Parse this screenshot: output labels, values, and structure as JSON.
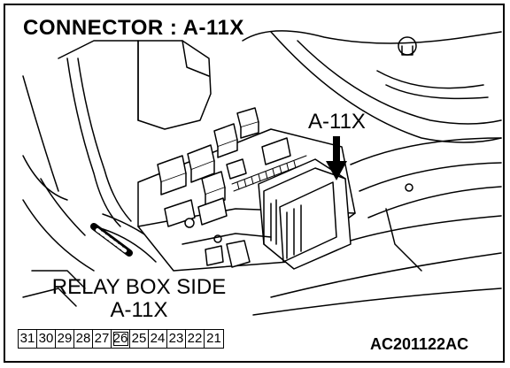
{
  "title": "CONNECTOR : A-11X",
  "callout_label": "A-11X",
  "relay_box": {
    "line1": "RELAY BOX SIDE",
    "line2": "A-11X"
  },
  "pins": [
    "31",
    "30",
    "29",
    "28",
    "27",
    "26",
    "25",
    "24",
    "23",
    "22",
    "21"
  ],
  "highlight_pin": "26",
  "figure_code": "AC201122AC",
  "icons": {
    "arrow": "down-arrow-icon",
    "relay_box": "relay-box-illustration"
  }
}
